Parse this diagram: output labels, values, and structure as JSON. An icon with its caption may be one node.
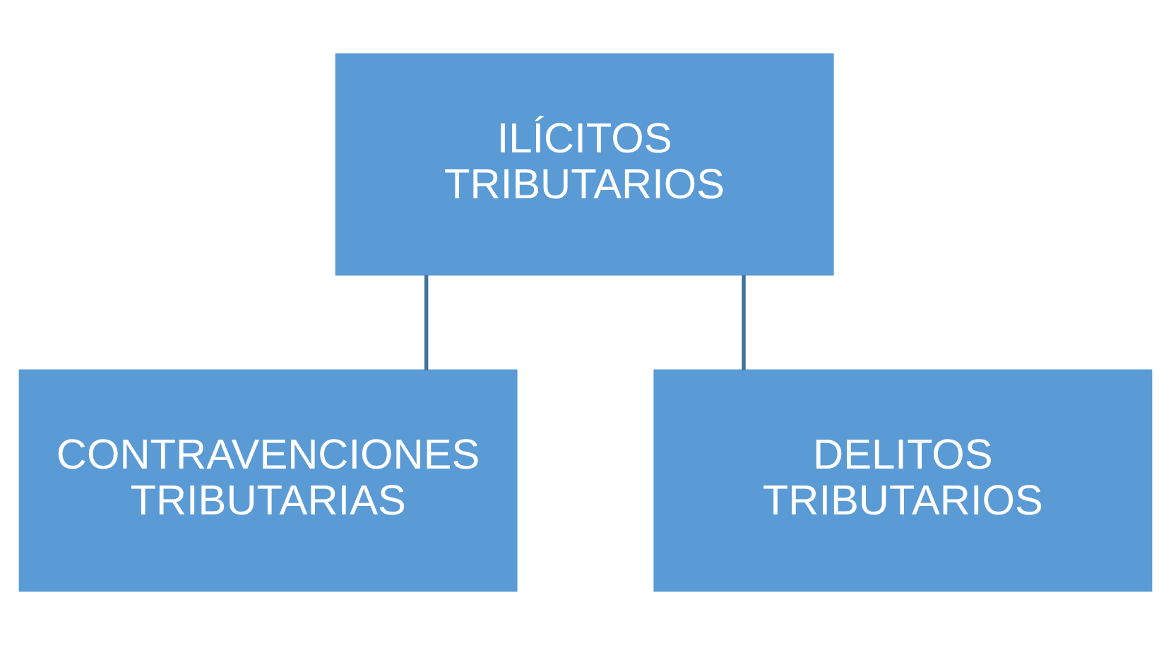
{
  "diagram": {
    "nodes": [
      {
        "text": [
          "ILÍCITOS TRIBUTARIOS"
        ]
      },
      {
        "text": [
          "CONTRAVENCIONES TRIBUTARIAS"
        ]
      },
      {
        "text": [
          "DELITOS TRIBUTARIOS"
        ]
      }
    ],
    "edges": [
      {
        "from": 0,
        "to": 1,
        "arrow": "none"
      },
      {
        "from": 0,
        "to": 2,
        "arrow": "none"
      }
    ]
  }
}
